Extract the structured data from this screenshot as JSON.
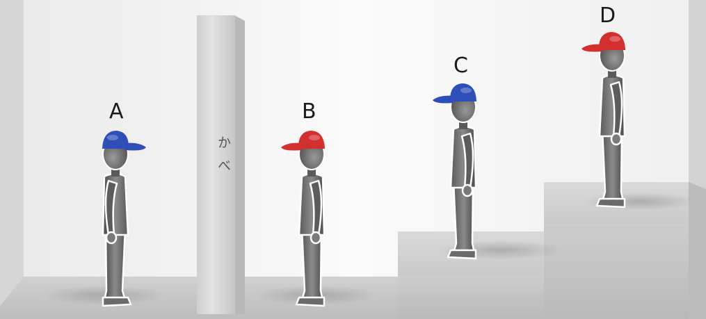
{
  "wall_text": "かべ",
  "people": [
    {
      "label": "A",
      "hat_color": "#2f4fb8",
      "faces": "right"
    },
    {
      "label": "B",
      "hat_color": "#d42f2f",
      "faces": "left"
    },
    {
      "label": "C",
      "hat_color": "#2f4fb8",
      "faces": "left"
    },
    {
      "label": "D",
      "hat_color": "#d42f2f",
      "faces": "left"
    }
  ]
}
